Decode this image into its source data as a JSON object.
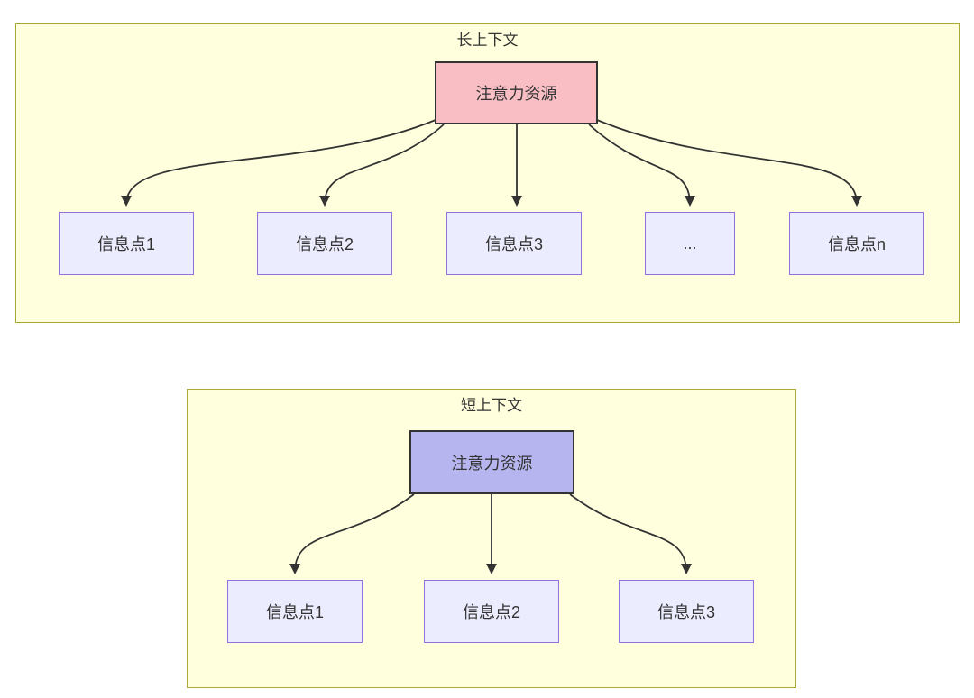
{
  "colors": {
    "container_fill": "#FFFFDE",
    "container_border": "#AAAA33",
    "node_fill": "#ECECFF",
    "node_border": "#9370DB",
    "attention_long_fill": "#F9BEC4",
    "attention_short_fill": "#B6B5F0",
    "attention_border": "#333333",
    "edge_color": "#333333",
    "text_color": "#333333"
  },
  "long_context": {
    "title": "长上下文",
    "attention_label": "注意力资源",
    "info_points": [
      {
        "label": "信息点1"
      },
      {
        "label": "信息点2"
      },
      {
        "label": "信息点3"
      },
      {
        "label": "..."
      },
      {
        "label": "信息点n"
      }
    ]
  },
  "short_context": {
    "title": "短上下文",
    "attention_label": "注意力资源",
    "info_points": [
      {
        "label": "信息点1"
      },
      {
        "label": "信息点2"
      },
      {
        "label": "信息点3"
      }
    ]
  }
}
